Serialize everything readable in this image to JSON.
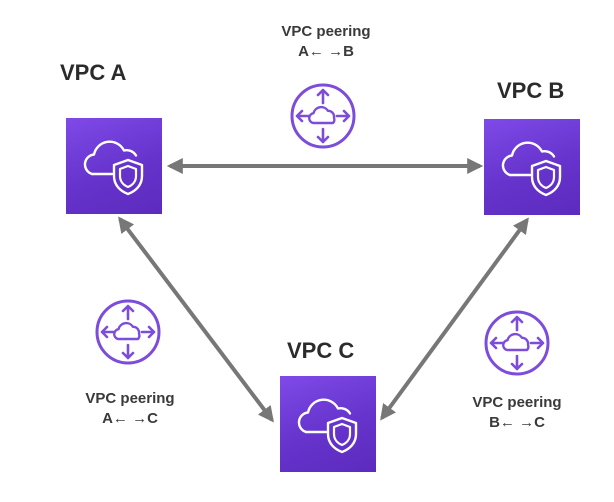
{
  "vpcs": {
    "a": {
      "label": "VPC A"
    },
    "b": {
      "label": "VPC B"
    },
    "c": {
      "label": "VPC C"
    }
  },
  "peerings": {
    "ab": {
      "title": "VPC peering",
      "route": "A← →B"
    },
    "ac": {
      "title": "VPC peering",
      "route": "A← →C"
    },
    "bc": {
      "title": "VPC peering",
      "route": "B← →C"
    }
  },
  "colors": {
    "vpc_fill": "#6a38d6",
    "icon_stroke": "#7c4ddb",
    "arrow": "#777777"
  },
  "icons": {
    "vpc": "cloud-shield-icon",
    "peering": "peering-router-icon"
  }
}
